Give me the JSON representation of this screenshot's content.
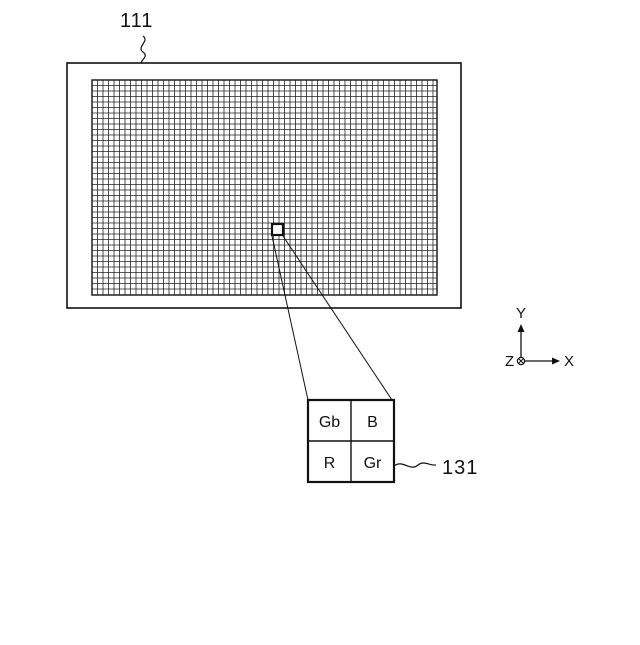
{
  "diagram": {
    "sensor_ref": "111",
    "pixel_unit_ref": "131",
    "pixel_unit": {
      "cells": [
        [
          "Gb",
          "B"
        ],
        [
          "R",
          "Gr"
        ]
      ]
    },
    "axes": {
      "x_label": "X",
      "y_label": "Y",
      "z_label": "Z"
    }
  }
}
